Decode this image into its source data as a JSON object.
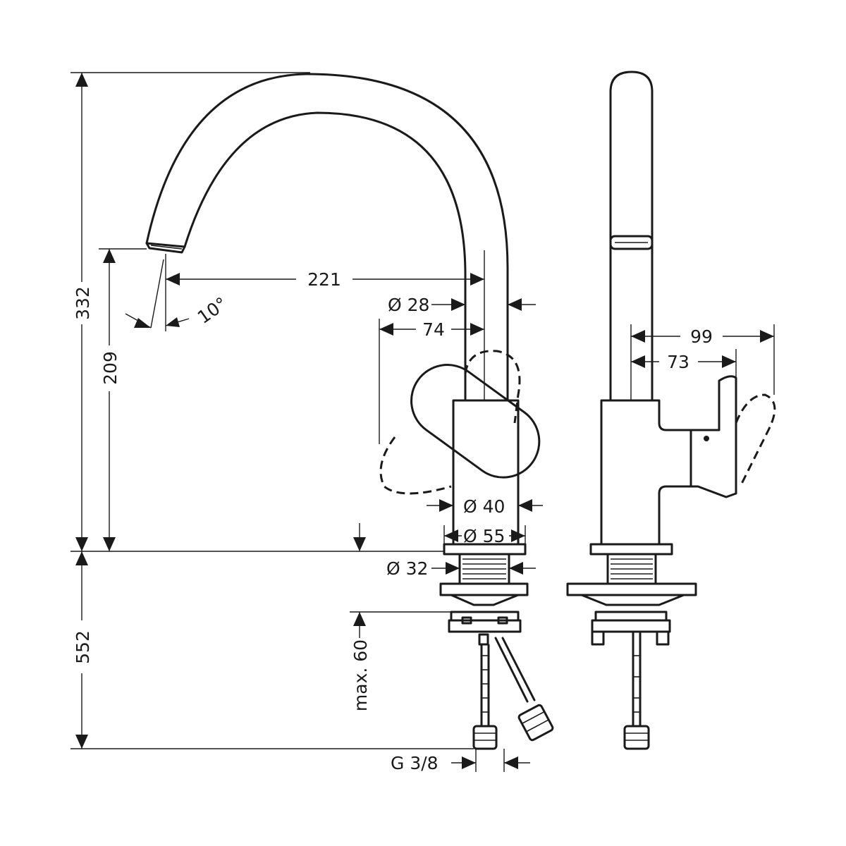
{
  "dimensions": {
    "total_height": "332",
    "spout_height": "209",
    "below_deck": "552",
    "spout_reach": "221",
    "spout_diameter": "Ø 28",
    "handle_offset": "74",
    "body_diameter": "Ø 40",
    "base_diameter": "Ø 55",
    "shank_diameter": "Ø 32",
    "max_deck": "max. 60",
    "connection": "G 3/8",
    "angle": "10°",
    "side_reach_outer": "99",
    "side_reach_inner": "73"
  },
  "colors": {
    "line": "#1a1a1a",
    "background": "#ffffff"
  }
}
